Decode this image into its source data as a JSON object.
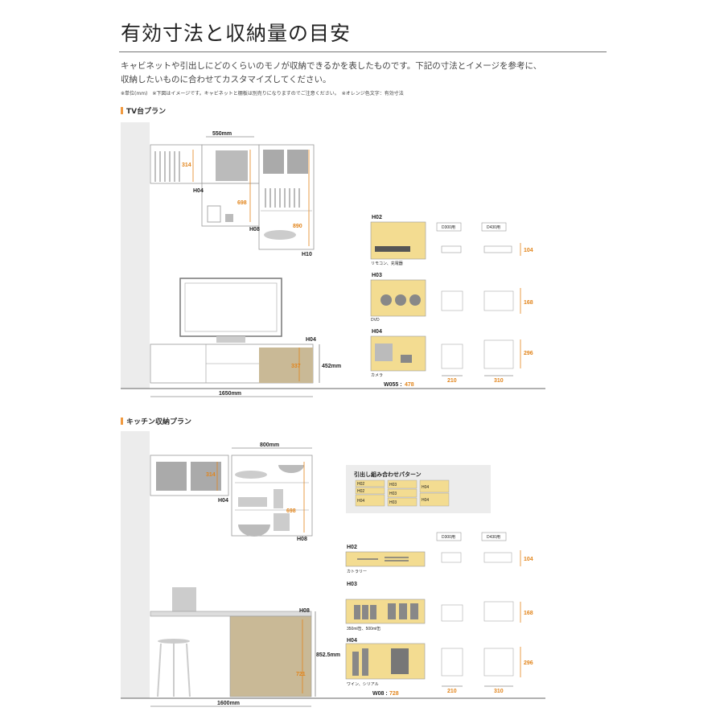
{
  "header": {
    "title": "有効寸法と収納量の目安",
    "desc_line1": "キャビネットや引出しにどのくらいのモノが収納できるかを表したものです。下記の寸法とイメージを参考に、",
    "desc_line2": "収納したいものに合わせてカスタマイズしてください。",
    "note": "※単位(mm)　※下図はイメージです。キャビネットと棚板は別売りになりますのでご注意ください。　※オレンジ色文字：有効寸法"
  },
  "tv_plan": {
    "heading": "TV台プラン",
    "width_top": "550mm",
    "dim_314": "314",
    "dim_698": "698",
    "dim_890": "890",
    "label_h04_top": "H04",
    "label_h08": "H08",
    "label_h10": "H10",
    "label_h04_base": "H04",
    "dim_337": "337",
    "height_452": "452mm",
    "width_1650": "1650mm",
    "drawers": {
      "h02": "H02",
      "h03": "H03",
      "h04": "H04",
      "d300": "D300用",
      "d430": "D430用",
      "d104": "104",
      "d168": "168",
      "d296": "296",
      "cap_remote": "リモコン、充電器",
      "cap_dvd": "DVD",
      "cap_camera": "カメラ",
      "w055_label": "W055 :",
      "w055_value": "478",
      "w210": "210",
      "w310": "310"
    }
  },
  "kitchen_plan": {
    "heading": "キッチン収納プラン",
    "width_top": "800mm",
    "dim_314": "314",
    "dim_698": "698",
    "label_h04": "H04",
    "label_h08_top": "H08",
    "label_h08_side": "H08",
    "dim_721": "721",
    "height_852": "852.5mm",
    "width_1600": "1600mm",
    "pattern": {
      "title": "引出し組み合わせパターン",
      "col1": [
        "H02",
        "H02",
        "H04"
      ],
      "col2": [
        "H03",
        "H03",
        "H03"
      ],
      "col3": [
        "H04",
        "H04"
      ]
    },
    "drawers": {
      "h02": "H02",
      "h03": "H03",
      "h04": "H04",
      "d300": "D300用",
      "d430": "D430用",
      "d104": "104",
      "d168": "168",
      "d296": "296",
      "cap_cutlery": "カトラリー",
      "cap_cans": "350ml缶、500ml缶",
      "cap_wine": "ワイン、シリアル",
      "w08_label": "W08 :",
      "w08_value": "728",
      "w210": "210",
      "w310": "310"
    }
  },
  "colors": {
    "accent": "#e2851c",
    "wood": "#c9b996",
    "drawer_fill": "#f3dc91",
    "wall": "#ececec"
  }
}
